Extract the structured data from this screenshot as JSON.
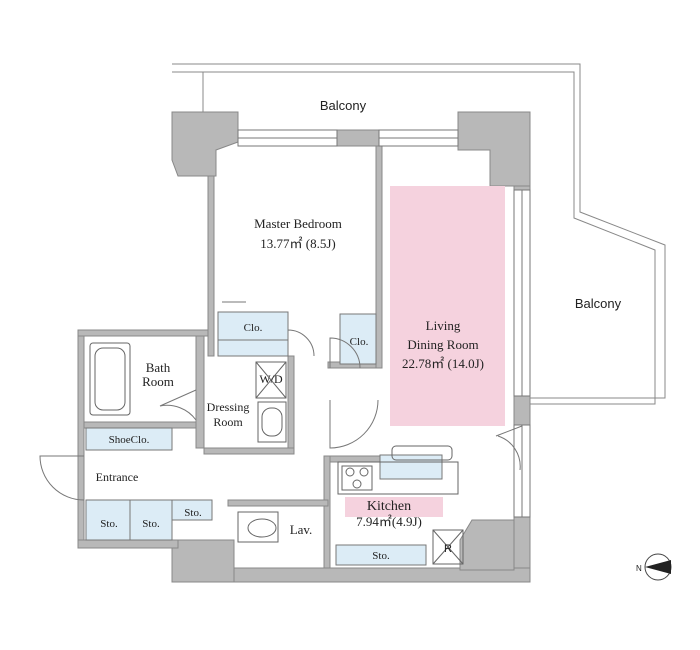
{
  "rooms": {
    "balcony_top": "Balcony",
    "balcony_right": "Balcony",
    "master_bedroom": "Master Bedroom",
    "master_bedroom_size": "13.77㎡ (8.5J)",
    "living": "Living",
    "dining_room": "Dining Room",
    "living_size": "22.78㎡ (14.0J)",
    "bath": "Bath",
    "bath_room": "Room",
    "dressing": "Dressing",
    "dressing_room": "Room",
    "wd": "W/D",
    "kitchen": "Kitchen",
    "kitchen_size": "7.94㎡(4.9J)",
    "lav": "Lav.",
    "entrance": "Entrance",
    "shoe_closet": "ShoeClo.",
    "closet_bedroom": "Clo.",
    "closet_hall": "Clo.",
    "storage_1": "Sto.",
    "storage_2": "Sto.",
    "storage_3": "Sto.",
    "storage_kitchen": "Sto.",
    "refrigerator": "R"
  },
  "compass": {
    "label": "N"
  },
  "colors": {
    "wall": "#b8b8b8",
    "living_highlight": "#f5d2de",
    "closet_fill": "#dcecf6",
    "line": "#666666"
  }
}
